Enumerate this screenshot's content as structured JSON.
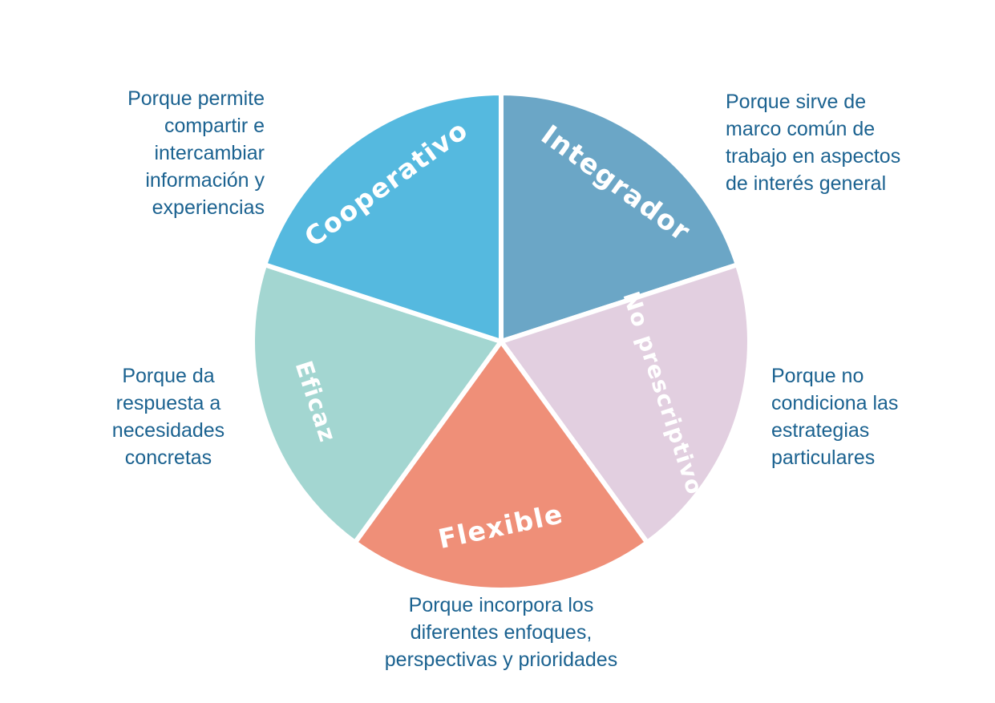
{
  "diagram": {
    "type": "pie-concept-wheel",
    "slice_count": 5,
    "equal_slices": true,
    "colors": {
      "background": "#ffffff",
      "separator": "#ffffff",
      "slice_label_text": "#ffffff",
      "annotation_text": "#1b6290"
    },
    "slices": [
      {
        "label": "Integrador",
        "color": "#6ba6c6",
        "annotation": "Porque sirve de\nmarco común de\ntrabajo en aspectos\nde interés general"
      },
      {
        "label": "No prescriptivo",
        "color": "#e2cfe0",
        "annotation": "Porque no\ncondiciona las\nestrategias\nparticulares"
      },
      {
        "label": "Flexible",
        "color": "#ef8f78",
        "annotation": "Porque incorpora los\ndiferentes enfoques,\nperspectivas y prioridades"
      },
      {
        "label": "Eficaz",
        "color": "#a3d6d1",
        "annotation": "Porque da\nrespuesta a\nnecesidades\nconcretas"
      },
      {
        "label": "Cooperativo",
        "color": "#55b9df",
        "annotation": "Porque permite\ncompartir e\nintercambiar\ninformación y\nexperiencias"
      }
    ]
  }
}
